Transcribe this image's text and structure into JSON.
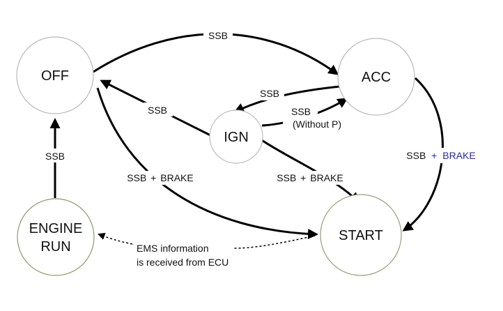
{
  "colors": {
    "state_stroke": "#b8b8b8",
    "start_stroke": "#9c9a7c",
    "engine_stroke": "#8a9a6c",
    "accent": "#2a2aa0"
  },
  "states": {
    "off": "OFF",
    "acc": "ACC",
    "ign": "IGN",
    "start": "START",
    "engine_line1": "ENGINE",
    "engine_line2": "RUN"
  },
  "edges": {
    "off_to_acc": "SSB",
    "acc_to_ign": "SSB",
    "ign_to_acc_line1": "SSB",
    "ign_to_acc_line2": "(Without P)",
    "ign_to_off": "SSB",
    "engine_to_off": "SSB",
    "off_to_start_a": "SSB",
    "off_to_start_plus": "+",
    "off_to_start_b": "BRAKE",
    "ign_to_start_a": "SSB",
    "ign_to_start_plus": "+",
    "ign_to_start_b": "BRAKE",
    "acc_to_start_a": "SSB",
    "acc_to_start_plus": "+",
    "acc_to_start_b": "BRAKE",
    "ems_line1": "EMS information",
    "ems_line2": "is received from ECU"
  }
}
